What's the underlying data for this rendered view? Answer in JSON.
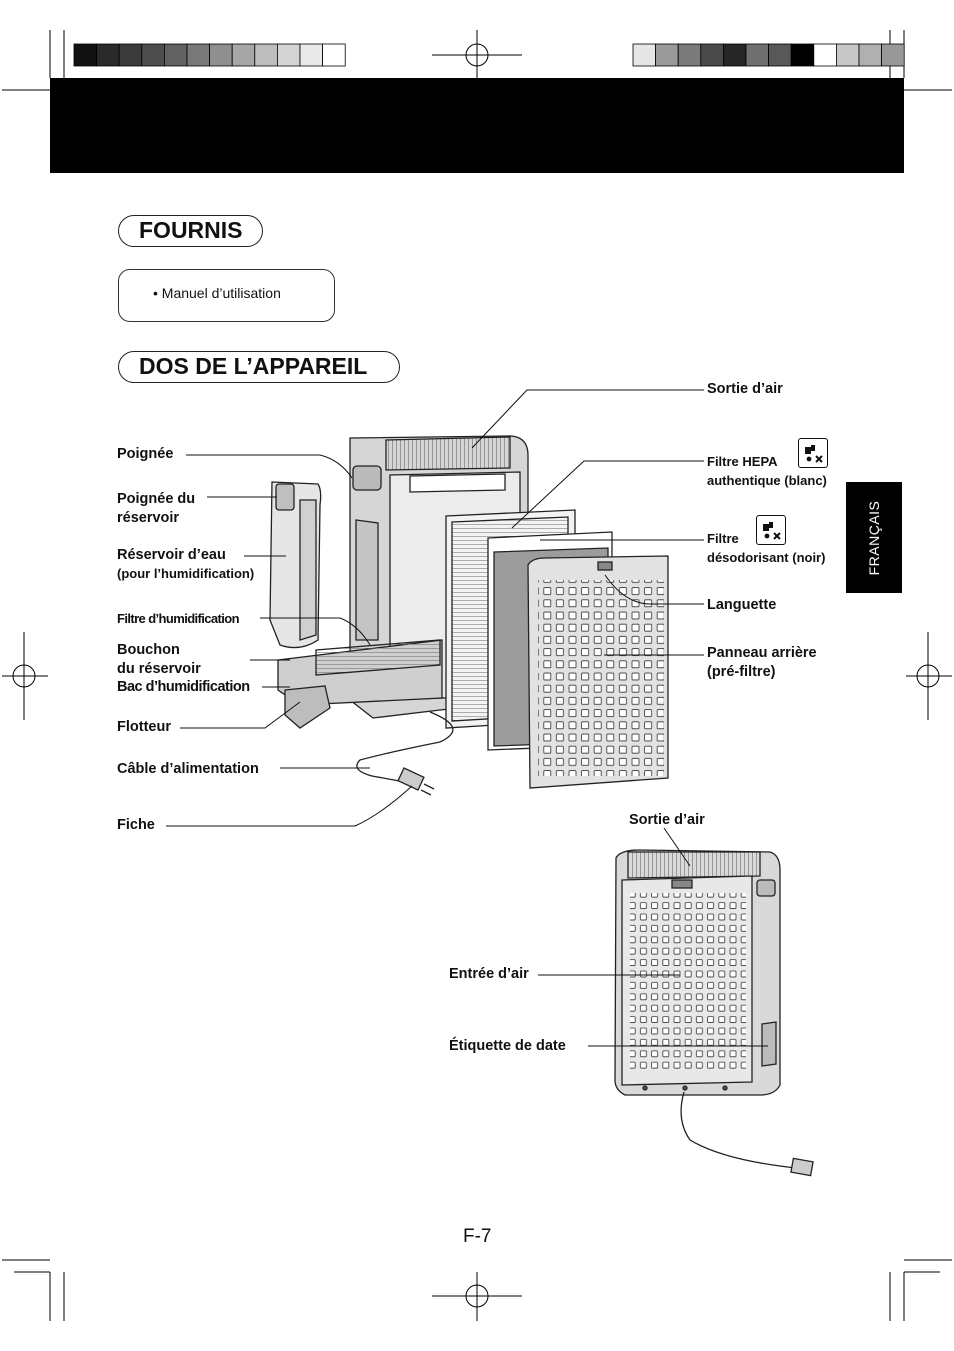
{
  "header": {
    "band_color": "#000000"
  },
  "colorbar_left": [
    "#111111",
    "#2a2a2a",
    "#3b3b3b",
    "#4d4d4d",
    "#626262",
    "#787878",
    "#8f8f8f",
    "#a6a6a6",
    "#bdbdbd",
    "#d4d4d4",
    "#e9e9e9",
    "#ffffff"
  ],
  "colorbar_right": [
    "#e6e6e6",
    "#9a9a9a",
    "#7a7a7a",
    "#4a4a4a",
    "#262626",
    "#707070",
    "#585858",
    "#000000",
    "#ffffff",
    "#c8c8c8",
    "#b0b0b0",
    "#989898"
  ],
  "section_fournis": {
    "title": "FOURNIS",
    "items": [
      "• Manuel d’utilisation"
    ]
  },
  "section_dos": {
    "title": "DOS DE L’APPAREIL"
  },
  "labels_left": {
    "poignee": "Poignée",
    "poignee_reservoir_1": "Poignée du",
    "poignee_reservoir_2": "réservoir",
    "reservoir": "Réservoir d’eau",
    "reservoir_sub": "(pour l’humidification)",
    "filtre_humid": "Filtre d’humidification",
    "bouchon_1": "Bouchon",
    "bouchon_2": "du réservoir",
    "bac": "Bac d’humidification",
    "flotteur": "Flotteur",
    "cable": "Câble d’alimentation",
    "fiche": "Fiche"
  },
  "labels_right": {
    "sortie_air": "Sortie d’air",
    "hepa_1": "Filtre HEPA",
    "hepa_2": "authentique (blanc)",
    "deso_1": "Filtre",
    "deso_2": "désodorisant (noir)",
    "languette": "Languette",
    "panneau_1": "Panneau arrière",
    "panneau_2": "(pré-filtre)"
  },
  "labels_bottom": {
    "sortie_air": "Sortie d’air",
    "entree_air": "Entrée d’air",
    "etiquette": "Étiquette de date"
  },
  "side_tab": {
    "label": "FRANÇAIS"
  },
  "footer": {
    "page": "F-7"
  }
}
